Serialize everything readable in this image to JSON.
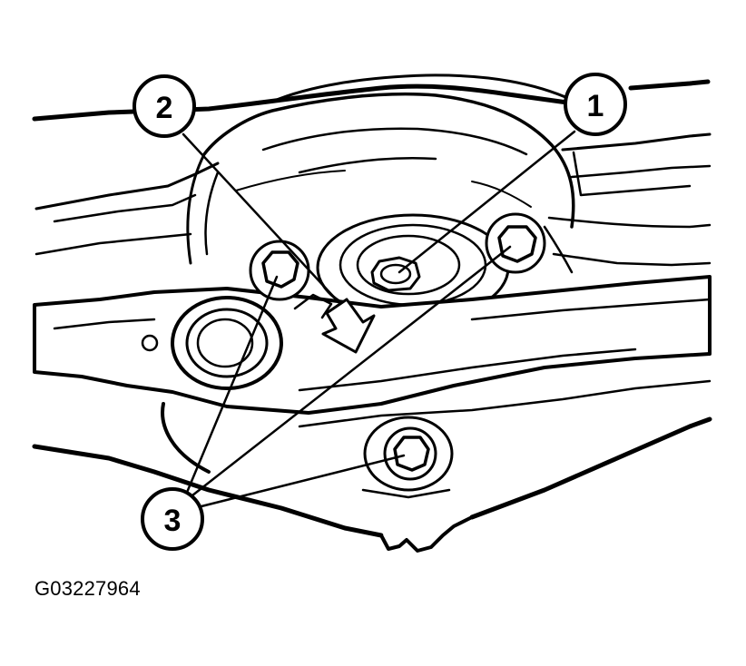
{
  "callouts": [
    {
      "label": "1",
      "part": "center-nut"
    },
    {
      "label": "2",
      "part": "alignment-arrow"
    },
    {
      "label": "3",
      "part": "mounting-bolts"
    }
  ],
  "figure_code": "G03227964",
  "colors": {
    "ink": "#000000",
    "paper": "#ffffff"
  }
}
